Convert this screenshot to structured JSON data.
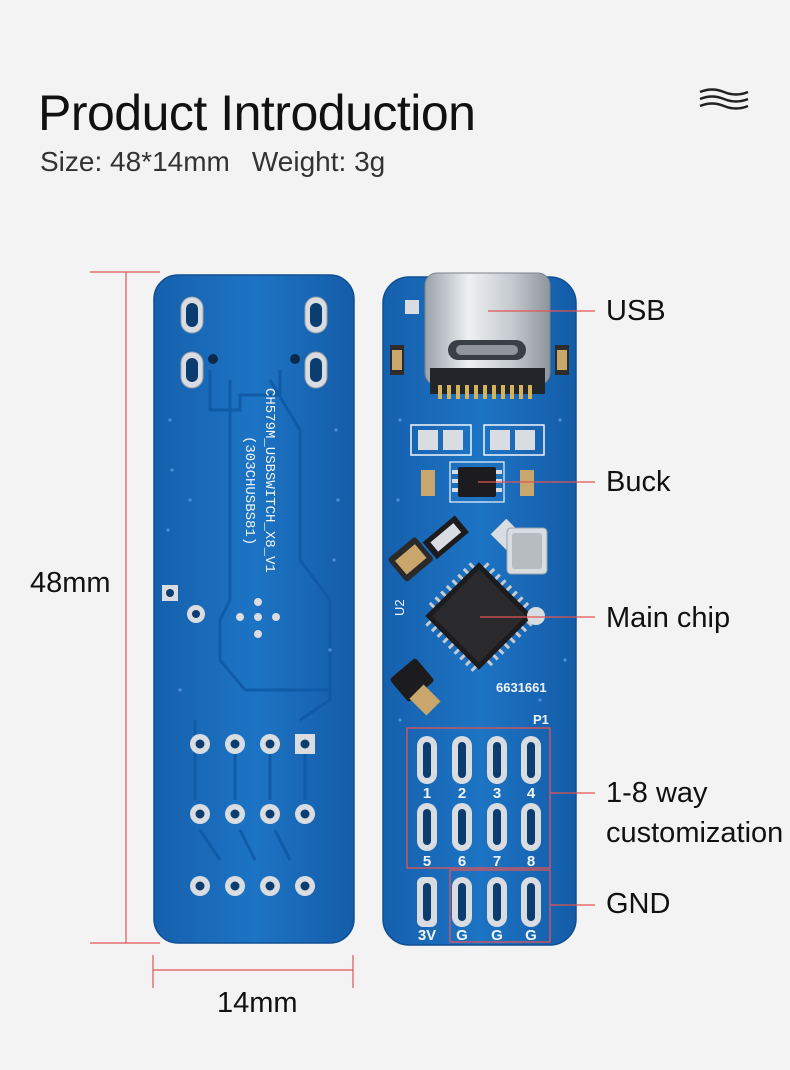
{
  "header": {
    "title": "Product Introduction",
    "size_text": "Size: 48*14mm",
    "weight_text": "Weight: 3g"
  },
  "dimensions": {
    "height_label": "48mm",
    "width_label": "14mm"
  },
  "back_board": {
    "silkscreen_line1": "CH579M_USBSWITCH_X8_V1",
    "silkscreen_line2": "(303CHUSBS81)"
  },
  "front_board": {
    "chip_code": "6631661",
    "header_label": "P1",
    "u2_label": "U2",
    "pin_labels_top": [
      "1",
      "2",
      "3",
      "4"
    ],
    "pin_labels_mid": [
      "5",
      "6",
      "7",
      "8"
    ],
    "pin_labels_bottom": [
      "3V",
      "G",
      "G",
      "G"
    ]
  },
  "callouts": {
    "usb": "USB",
    "buck": "Buck",
    "main_chip": "Main chip",
    "customization_line1": "1-8 way",
    "customization_line2": "customization",
    "gnd": "GND"
  },
  "colors": {
    "board_blue": "#1b6fbf",
    "annotation_red": "#e25555",
    "silk_white": "#f1f5f9",
    "pad_silver": "#d9dde1"
  },
  "icons": {
    "menu": "menu-icon"
  }
}
